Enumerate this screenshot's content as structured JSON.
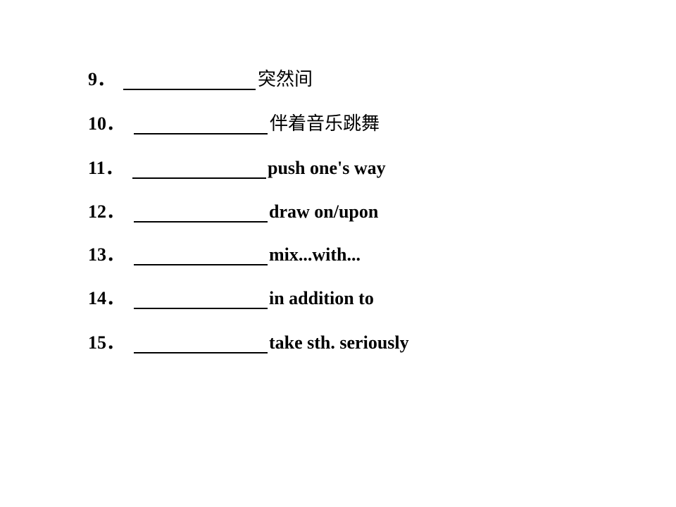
{
  "items": [
    {
      "number": "9．",
      "text": "突然间"
    },
    {
      "number": "10．",
      "text": "伴着音乐跳舞"
    },
    {
      "number": "11．",
      "text": "push one's way"
    },
    {
      "number": "12．",
      "text": "draw on/upon"
    },
    {
      "number": "13．",
      "text": "mix...with..."
    },
    {
      "number": "14．",
      "text": "in addition to"
    },
    {
      "number": "15．",
      "text": "take sth. seriously"
    }
  ]
}
